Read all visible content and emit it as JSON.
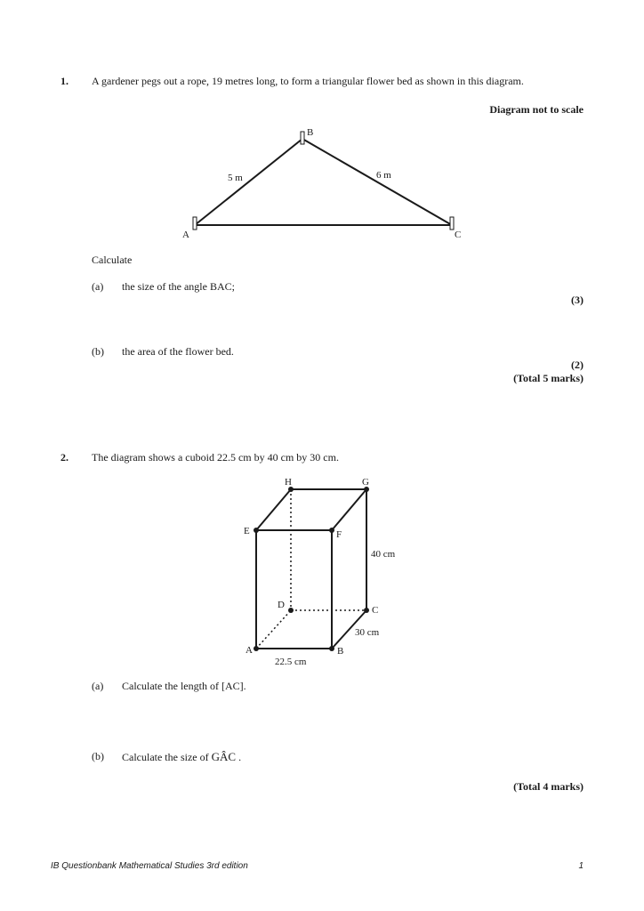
{
  "questions": [
    {
      "number": "1.",
      "text": "A gardener pegs out a rope, 19 metres long, to form a triangular flower bed as shown in this diagram.",
      "diagram_note": "Diagram not to scale",
      "diagram": {
        "vertices": [
          "A",
          "B",
          "C"
        ],
        "side_AB": "5 m",
        "side_BC": "6 m"
      },
      "instruction": "Calculate",
      "parts": [
        {
          "label": "(a)",
          "text": "the size of the angle BAC;",
          "marks": "(3)"
        },
        {
          "label": "(b)",
          "text": "the area of the flower bed.",
          "marks": "(2)"
        }
      ],
      "total": "(Total 5 marks)"
    },
    {
      "number": "2.",
      "text": "The diagram shows a cuboid 22.5 cm by 40 cm by 30 cm.",
      "diagram": {
        "vertices": [
          "A",
          "B",
          "C",
          "D",
          "E",
          "F",
          "G",
          "H"
        ],
        "height": "40 cm",
        "depth": "30 cm",
        "width": "22.5 cm"
      },
      "parts": [
        {
          "label": "(a)",
          "text": "Calculate the length of [AC]."
        },
        {
          "label": "(b)",
          "text": "Calculate the size of",
          "angle": "GÂC",
          "after": "."
        }
      ],
      "total": "(Total 4 marks)"
    }
  ],
  "footer": {
    "source": "IB Questionbank Mathematical Studies 3rd edition",
    "page": "1"
  }
}
